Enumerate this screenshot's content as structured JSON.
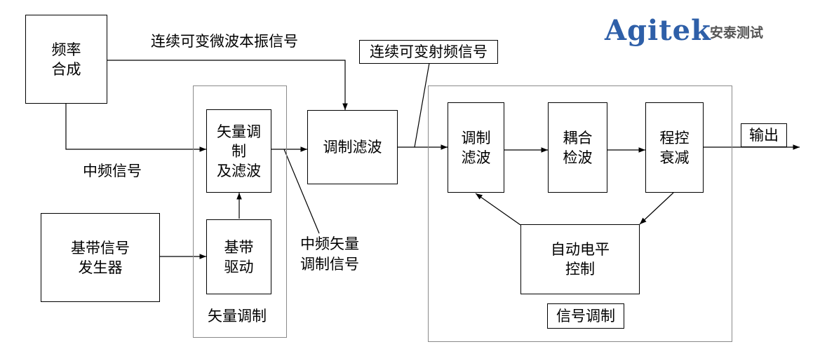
{
  "logo": {
    "word": "Agitek",
    "chinese": "安泰测试",
    "color": "#2e5fa8",
    "chinese_color": "#555555"
  },
  "blocks": {
    "freq_synth": [
      "频率",
      "合成"
    ],
    "vector_mod_filter": [
      "矢量调",
      "制",
      "及滤波"
    ],
    "baseband_driver": [
      "基带",
      "驱动"
    ],
    "baseband_gen": [
      "基带信号",
      "发生器"
    ],
    "mod_filter_main": "调制滤波",
    "mod_filter_inner": [
      "调制",
      "滤波"
    ],
    "couple_detect": [
      "耦合",
      "检波"
    ],
    "prog_atten": [
      "程控",
      "衰减"
    ],
    "alc": [
      "自动电平",
      "控制"
    ]
  },
  "labels": {
    "lo_signal": "连续可变微波本振信号",
    "rf_signal": "连续可变射频信号",
    "if_signal": "中频信号",
    "if_vector_signal": [
      "中频矢量",
      "调制信号"
    ],
    "vector_mod_group": "矢量调制",
    "signal_cond_group": "信号调制",
    "output": "输出"
  }
}
